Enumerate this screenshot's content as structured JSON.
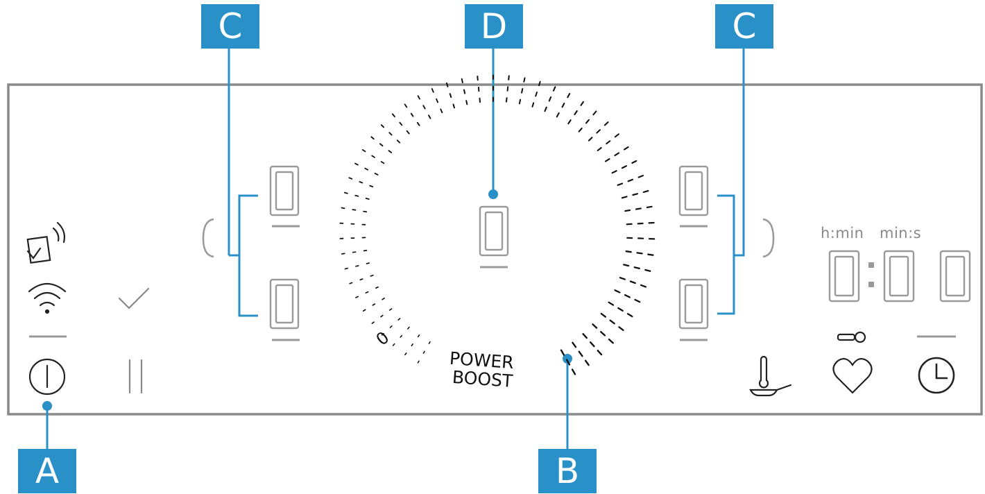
{
  "callouts": {
    "a": "A",
    "b": "B",
    "c_left": "C",
    "c_right": "C",
    "d": "D"
  },
  "zones": {
    "left_top": "0",
    "left_bottom": "0",
    "center": "0",
    "right_top": "0",
    "right_bottom": "0"
  },
  "slider": {
    "min_label": "0",
    "boost_line1": "POWER",
    "boost_line2": "BOOST"
  },
  "timer": {
    "label_hours": "h:min",
    "label_minutes": "min:s",
    "digit_1": "0",
    "digit_2": "0",
    "digit_3": "0"
  },
  "icons": [
    "remote-control-icon",
    "wifi-icon",
    "checkmark-icon",
    "power-icon",
    "pause-icon",
    "frying-sensor-icon",
    "key-lock-icon",
    "favourite-heart-icon",
    "timer-clock-icon"
  ],
  "colors": {
    "callout": "#2a90c8",
    "panel_border": "#8a8a8a",
    "segment": "#9a9a9a",
    "icon": "#222222"
  }
}
